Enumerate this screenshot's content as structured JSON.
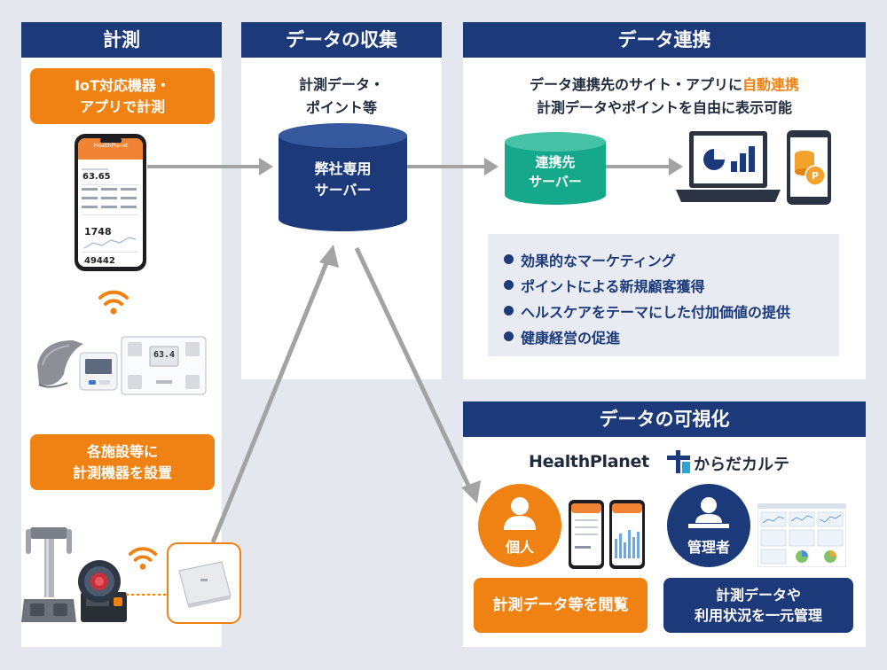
{
  "panels": {
    "measure": {
      "header": "計測",
      "iot_label": "IoT対応機器・\nアプリで計測",
      "facility_label": "各施設等に\n計測機器を設置"
    },
    "collect": {
      "header": "データの収集",
      "subtitle": "計測データ・\nポイント等",
      "server_label": "弊社専用\nサーバー"
    },
    "link": {
      "header": "データ連携",
      "desc_line1_pre": "データ連携先のサイト・アプリに",
      "desc_line1_highlight": "自動連携",
      "desc_line2": "計測データやポイントを自由に表示可能",
      "server_label": "連携先\nサーバー",
      "benefits": [
        "効果的なマーケティング",
        "ポイントによる新規顧客獲得",
        "ヘルスケアをテーマにした付加価値の提供",
        "健康経営の促進"
      ]
    },
    "visualize": {
      "header": "データの可視化",
      "brand_healthplanet": "HealthPlanet",
      "brand_karada": "からだカルテ",
      "individual_label": "個人",
      "admin_label": "管理者",
      "individual_action": "計測データ等を閲覧",
      "admin_action": "計測データや\n利用状況を一元管理"
    }
  },
  "phone_screen": {
    "app_name": "HealthPlanet",
    "weight": "63.65",
    "steps": "1748",
    "total": "49442"
  },
  "scale_display": "63.4",
  "colors": {
    "navy": "#1c3a7a",
    "orange": "#ef8212",
    "teal": "#15a88a",
    "gray_arrow": "#a3a3a3",
    "background": "#e5e7ee"
  }
}
